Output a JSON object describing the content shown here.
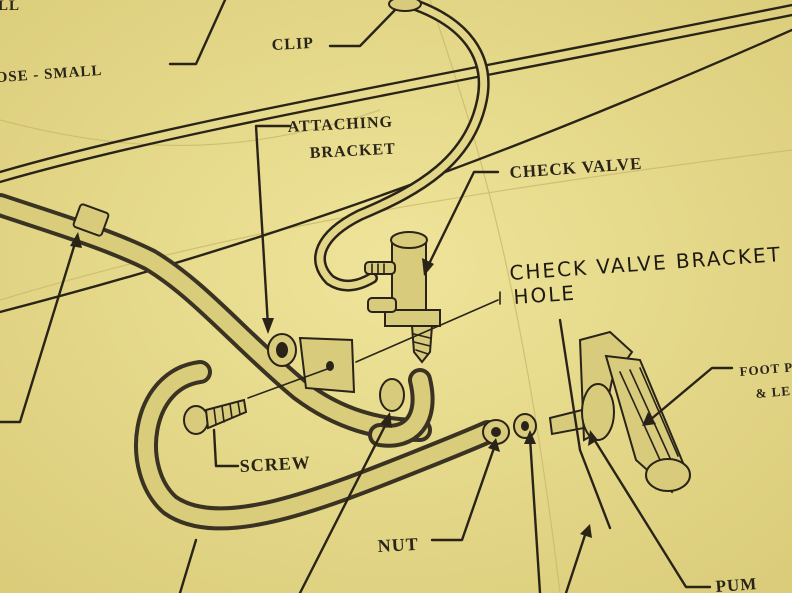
{
  "labels": {
    "top_left_partial": "LL",
    "hose_small": "OSE - SMALL",
    "clip": "CLIP",
    "attaching_bracket_line1": "ATTACHING",
    "attaching_bracket_line2": "BRACKET",
    "check_valve": "CHECK VALVE",
    "check_valve_bracket_hole_line1": "CHECK VALVE BRACKET",
    "check_valve_bracket_hole_line2": "HOLE",
    "screw": "SCREW",
    "nut": "NUT",
    "foot_line1": "FOOT P",
    "foot_line2": "& LE",
    "pump": "PUM"
  },
  "colors": {
    "paper": "#e8dc8a",
    "ink": "#2a2418"
  }
}
